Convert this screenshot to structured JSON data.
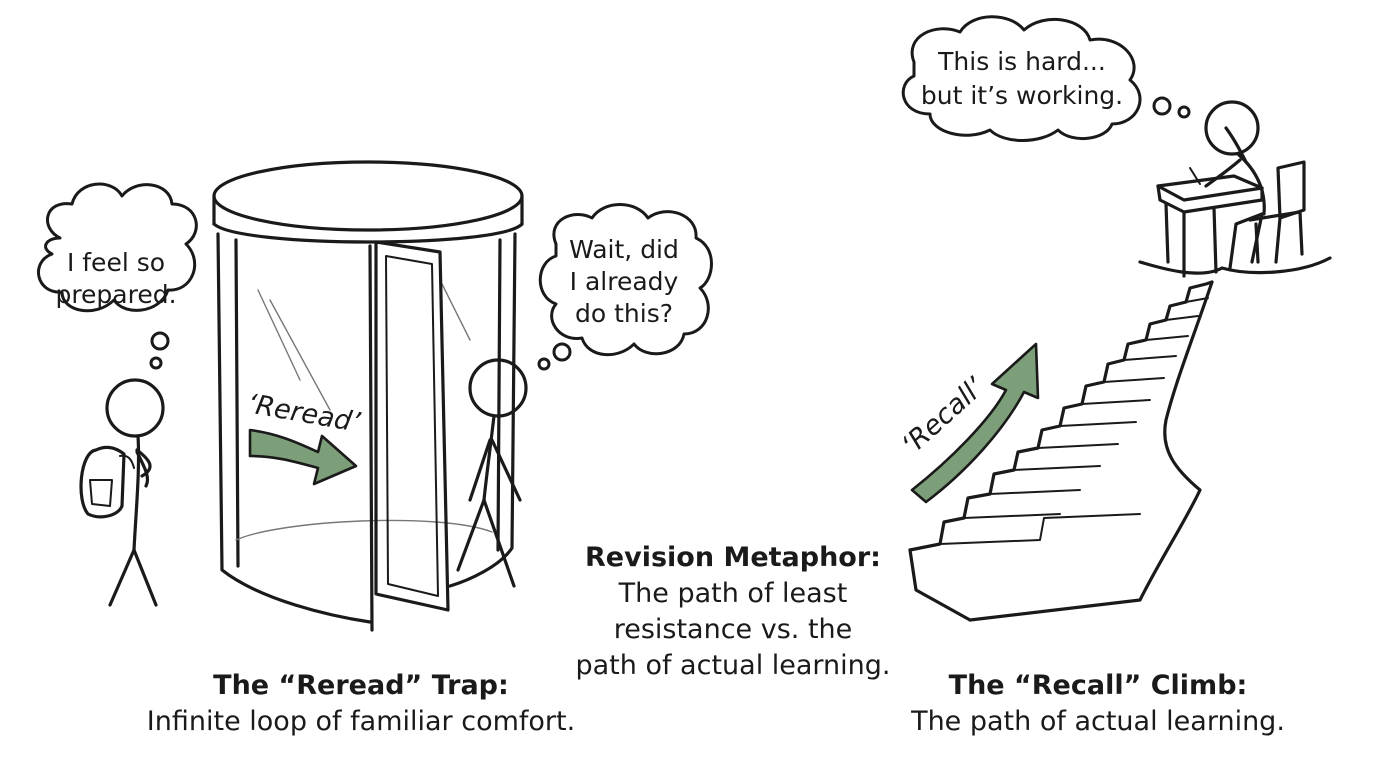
{
  "left": {
    "bubble_lines": [
      "I feel so",
      "prepared."
    ],
    "door_bubble_lines": [
      "Wait, did",
      "I already",
      "do this?"
    ],
    "arrow_label": "‘Reread’",
    "caption_title": "The “Reread” Trap:",
    "caption_sub": "Infinite loop of familiar comfort."
  },
  "center": {
    "lines": [
      "Revision Metaphor:",
      "The path of least",
      "resistance vs. the",
      "path of actual learning."
    ]
  },
  "right": {
    "bubble_lines": [
      "This is hard...",
      "but it’s working."
    ],
    "arrow_label": "‘Recall’",
    "caption_title": "The “Recall” Climb:",
    "caption_sub": "The path of actual learning."
  },
  "colors": {
    "arrow_green": "#7c9e78",
    "ink": "#1a1a1a"
  },
  "icons": [
    "backpack-icon",
    "revolving-door-icon",
    "staircase-icon",
    "desk-icon",
    "chair-icon"
  ]
}
